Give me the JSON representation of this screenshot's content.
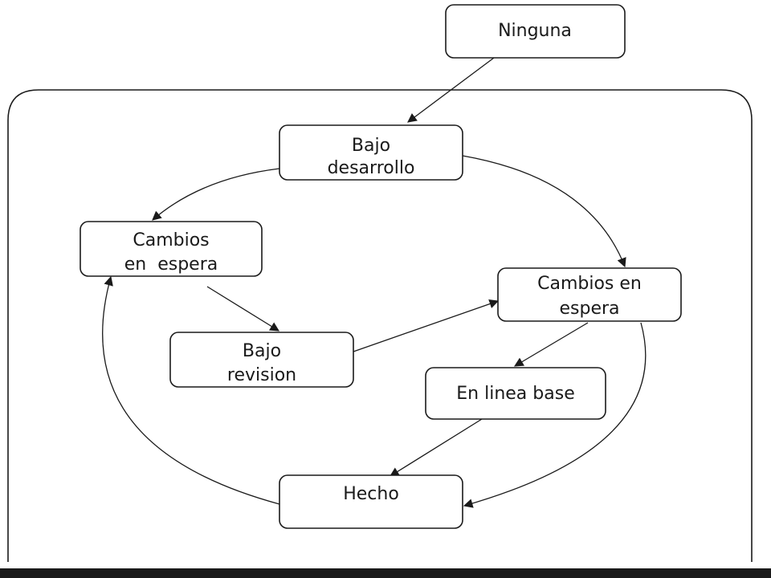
{
  "nodes": {
    "ninguna": {
      "lines": [
        "Ninguna"
      ]
    },
    "bajo_desarrollo": {
      "lines": [
        "Bajo",
        "desarrollo"
      ]
    },
    "cambios_espera_left": {
      "lines": [
        "Cambios",
        "en  espera"
      ]
    },
    "bajo_revision": {
      "lines": [
        "Bajo",
        "revision"
      ]
    },
    "cambios_espera_right": {
      "lines": [
        "Cambios en",
        "espera"
      ]
    },
    "linea_base": {
      "lines": [
        "En linea base"
      ]
    },
    "hecho": {
      "lines": [
        "Hecho"
      ]
    }
  },
  "edges": [
    {
      "from": "ninguna",
      "to": "bajo_desarrollo"
    },
    {
      "from": "bajo_desarrollo",
      "to": "cambios_espera_left"
    },
    {
      "from": "bajo_desarrollo",
      "to": "cambios_espera_right"
    },
    {
      "from": "cambios_espera_left",
      "to": "bajo_revision"
    },
    {
      "from": "bajo_revision",
      "to": "cambios_espera_right"
    },
    {
      "from": "cambios_espera_right",
      "to": "linea_base"
    },
    {
      "from": "cambios_espera_right",
      "to": "hecho"
    },
    {
      "from": "linea_base",
      "to": "hecho"
    },
    {
      "from": "hecho",
      "to": "cambios_espera_left"
    }
  ],
  "colors": {
    "stroke": "#1a1a1a",
    "background": "#ffffff"
  }
}
